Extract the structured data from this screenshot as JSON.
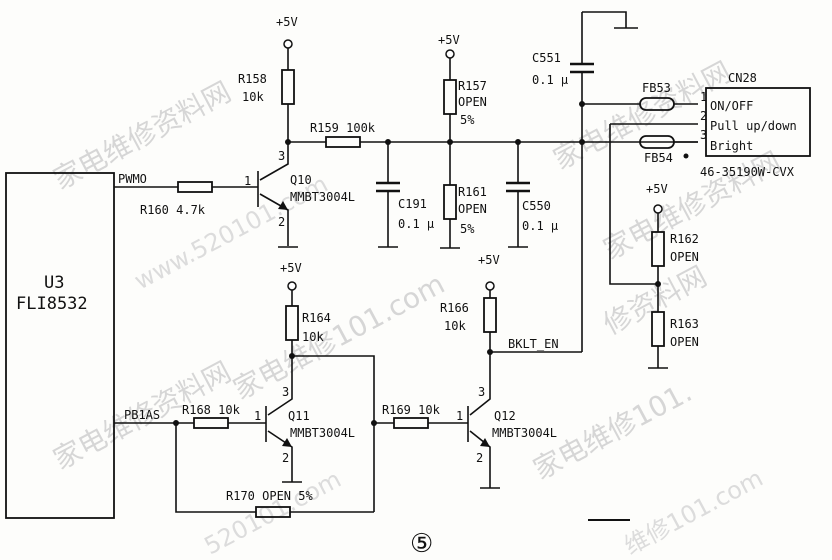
{
  "watermarks": {
    "w1": "家电维修资料网",
    "w2": "www.520101.com",
    "w3": "家电维修资料网",
    "w4": "家电维修资料网",
    "w5": "家电维修101.",
    "w6": "维修101.com",
    "w7": "520101.com",
    "w8": "修资料网",
    "w9": "家电维修资料网",
    "w10": "家电维修101.com"
  },
  "ic": {
    "name": "U3",
    "part": "FLI8532"
  },
  "nets": {
    "pwm": "PWMO",
    "pbias": "PB1AS",
    "bklt": "BKLT_EN"
  },
  "supplies": {
    "vcc": "+5V"
  },
  "resistors": {
    "r158": {
      "ref": "R158",
      "val": "10k"
    },
    "r159": {
      "ref": "R159 100k"
    },
    "r160": {
      "ref": "R160 4.7k"
    },
    "r157": {
      "ref": "R157",
      "val": "OPEN",
      "tol": "5%"
    },
    "r161": {
      "ref": "R161",
      "val": "OPEN",
      "tol": "5%"
    },
    "r164": {
      "ref": "R164",
      "val": "10k"
    },
    "r166": {
      "ref": "R166",
      "val": "10k"
    },
    "r168": {
      "ref": "R168 10k"
    },
    "r169": {
      "ref": "R169 10k"
    },
    "r170": {
      "ref": "R170 OPEN 5%"
    },
    "r162": {
      "ref": "R162",
      "val": "OPEN"
    },
    "r163": {
      "ref": "R163",
      "val": "OPEN"
    }
  },
  "capacitors": {
    "c191": {
      "ref": "C191",
      "val": "0.1 μ"
    },
    "c550": {
      "ref": "C550",
      "val": "0.1 μ"
    },
    "c551": {
      "ref": "C551",
      "val": "0.1 μ"
    }
  },
  "transistors": {
    "q10": {
      "ref": "Q10",
      "part": "MMBT3004L"
    },
    "q11": {
      "ref": "Q11",
      "part": "MMBT3004L"
    },
    "q12": {
      "ref": "Q12",
      "part": "MMBT3004L"
    }
  },
  "pins": {
    "p1": "1",
    "p2": "2",
    "p3": "3"
  },
  "ferrites": {
    "fb53": "FB53",
    "fb54": "FB54"
  },
  "connector": {
    "ref": "CN28",
    "part": "46-35190W-CVX",
    "pins": [
      "ON/OFF",
      "Pull up/down",
      "Bright"
    ]
  },
  "figure_number": "⑤"
}
